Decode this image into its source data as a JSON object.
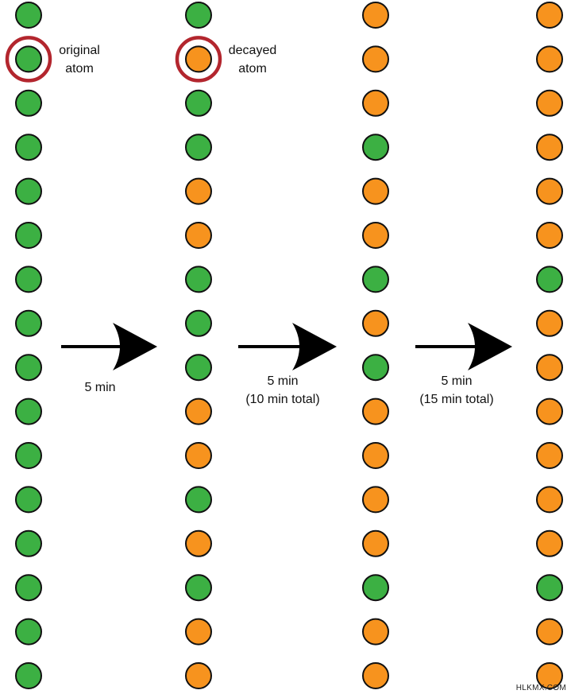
{
  "colors": {
    "original": "#3cb043",
    "decayed": "#f7931e",
    "outline": "#111111",
    "highlight_ring": "#b3262e",
    "arrow": "#000000"
  },
  "columns": [
    {
      "states": [
        "original",
        "original",
        "original",
        "original",
        "original",
        "original",
        "original",
        "original",
        "original",
        "original",
        "original",
        "original",
        "original",
        "original",
        "original",
        "original"
      ]
    },
    {
      "states": [
        "original",
        "decayed",
        "original",
        "original",
        "decayed",
        "decayed",
        "original",
        "original",
        "original",
        "decayed",
        "decayed",
        "original",
        "decayed",
        "original",
        "decayed",
        "decayed"
      ]
    },
    {
      "states": [
        "decayed",
        "decayed",
        "decayed",
        "original",
        "decayed",
        "decayed",
        "original",
        "decayed",
        "original",
        "decayed",
        "decayed",
        "decayed",
        "decayed",
        "original",
        "decayed",
        "decayed"
      ]
    },
    {
      "states": [
        "decayed",
        "decayed",
        "decayed",
        "decayed",
        "decayed",
        "decayed",
        "original",
        "decayed",
        "decayed",
        "decayed",
        "decayed",
        "decayed",
        "decayed",
        "original",
        "decayed",
        "decayed"
      ]
    }
  ],
  "legend": {
    "original_line1": "original",
    "original_line2": "atom",
    "decayed_line1": "decayed",
    "decayed_line2": "atom"
  },
  "steps": [
    {
      "line1": "5 min",
      "line2": ""
    },
    {
      "line1": "5 min",
      "line2": "(10 min total)"
    },
    {
      "line1": "5 min",
      "line2": "(15 min total)"
    }
  ],
  "watermark": "HLKMX.COM"
}
